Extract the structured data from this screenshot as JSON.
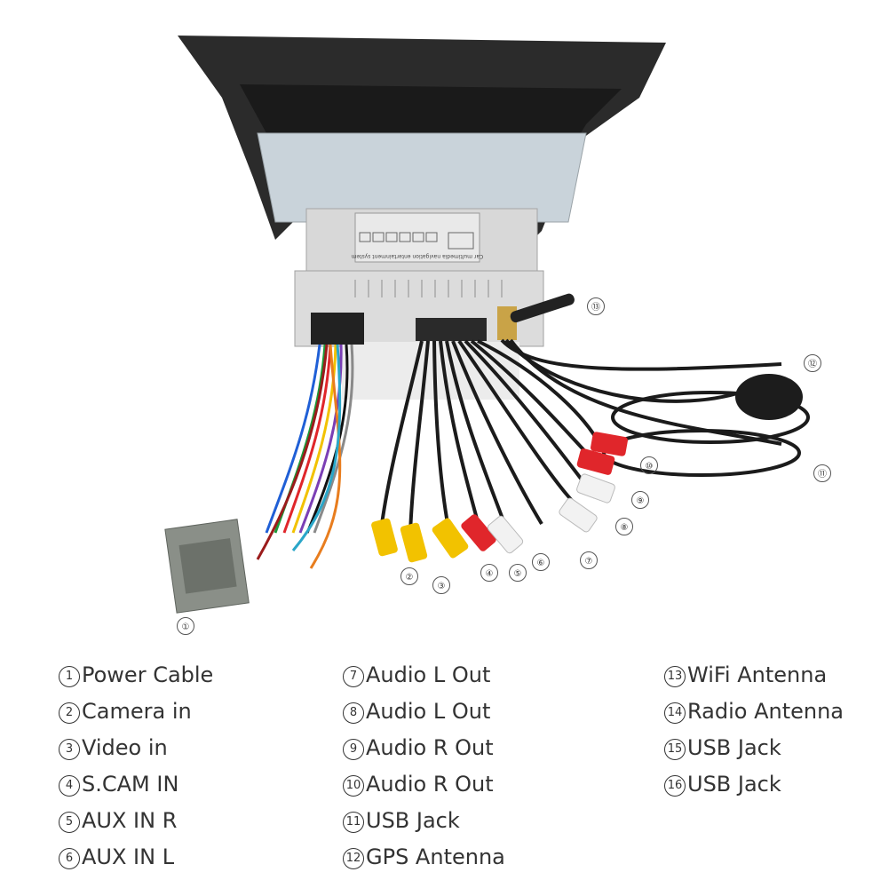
{
  "callouts": [
    "①",
    "②",
    "③",
    "④",
    "⑤",
    "⑥",
    "⑦",
    "⑧",
    "⑨",
    "⑩",
    "⑪",
    "⑫",
    "⑬"
  ],
  "legend": {
    "col1": [
      {
        "num": "1",
        "label": "Power Cable"
      },
      {
        "num": "2",
        "label": "Camera in"
      },
      {
        "num": "3",
        "label": "Video in"
      },
      {
        "num": "4",
        "label": "S.CAM IN"
      },
      {
        "num": "5",
        "label": "AUX IN R"
      },
      {
        "num": "6",
        "label": "AUX IN L"
      }
    ],
    "col2": [
      {
        "num": "7",
        "label": "Audio L Out"
      },
      {
        "num": "8",
        "label": "Audio L Out"
      },
      {
        "num": "9",
        "label": "Audio R Out"
      },
      {
        "num": "10",
        "label": "Audio R Out"
      },
      {
        "num": "11",
        "label": "USB Jack"
      },
      {
        "num": "12",
        "label": "GPS Antenna"
      }
    ],
    "col3": [
      {
        "num": "13",
        "label": "WiFi Antenna"
      },
      {
        "num": "14",
        "label": "Radio Antenna"
      },
      {
        "num": "15",
        "label": "USB Jack"
      },
      {
        "num": "16",
        "label": "USB Jack"
      }
    ]
  },
  "colors": {
    "frame": "#2b2b2b",
    "unit": "#d9d9d9",
    "rca_yellow": "#f2c200",
    "rca_red": "#e0262b",
    "rca_white": "#f2f2f2",
    "connector": "#8a8f88",
    "text": "#333333"
  },
  "panel_label": "Car multimedia navigation entertainment system"
}
